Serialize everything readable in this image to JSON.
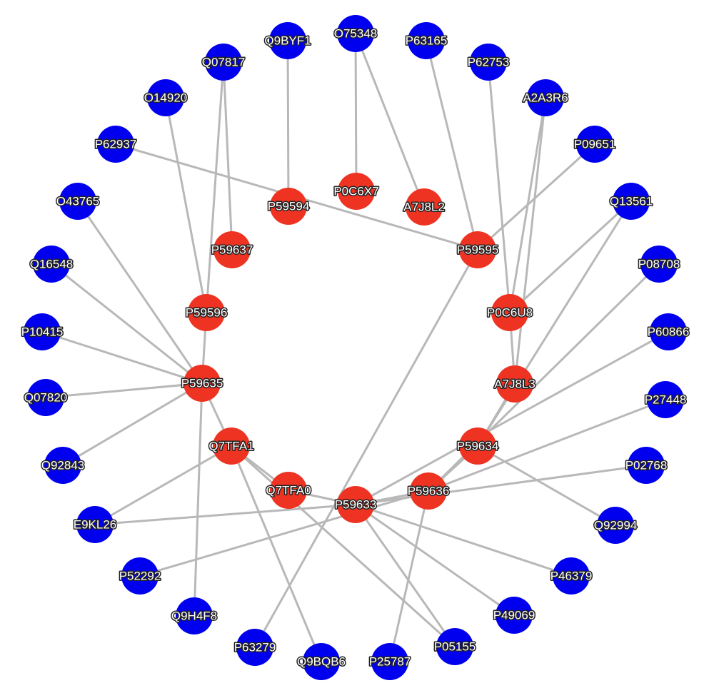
{
  "colors": {
    "outer_node": "#0000ee",
    "inner_node": "#ee3322",
    "edge": "#b8b8b8"
  },
  "outer_nodes": [
    "O75348",
    "P63165",
    "P62753",
    "A2A3R6",
    "P09651",
    "Q13561",
    "P08708",
    "P60866",
    "P27448",
    "P02768",
    "Q92994",
    "P46379",
    "P49069",
    "P05155",
    "P25787",
    "Q9BQB6",
    "P63279",
    "Q9H4F8",
    "P52292",
    "E9KL26",
    "Q92843",
    "Q07820",
    "P10415",
    "Q16548",
    "O43765",
    "P62937",
    "O14920",
    "Q07817",
    "Q9BYF1"
  ],
  "inner_nodes": [
    "P0C6X7",
    "A7J8L2",
    "P59595",
    "P0C6U8",
    "A7J8L3",
    "P59634",
    "P59636",
    "P59633",
    "Q7TFA0",
    "Q7TFA1",
    "P59635",
    "P59596",
    "P59637",
    "P59594"
  ],
  "edges": [
    [
      "O75348",
      "P0C6X7"
    ],
    [
      "O75348",
      "A7J8L2"
    ],
    [
      "P63165",
      "P59595"
    ],
    [
      "P62753",
      "P0C6U8"
    ],
    [
      "A2A3R6",
      "P0C6U8"
    ],
    [
      "A2A3R6",
      "A7J8L3"
    ],
    [
      "P09651",
      "P59595"
    ],
    [
      "Q13561",
      "P0C6U8"
    ],
    [
      "Q13561",
      "P59634"
    ],
    [
      "P08708",
      "P59636"
    ],
    [
      "P60866",
      "P59633"
    ],
    [
      "P27448",
      "P59636"
    ],
    [
      "P02768",
      "P59633"
    ],
    [
      "Q92994",
      "P59634"
    ],
    [
      "P46379",
      "P59633"
    ],
    [
      "P49069",
      "P59633"
    ],
    [
      "P05155",
      "P59633"
    ],
    [
      "P05155",
      "Q7TFA1"
    ],
    [
      "P25787",
      "P59636"
    ],
    [
      "Q9BQB6",
      "Q7TFA1"
    ],
    [
      "P63279",
      "P59595"
    ],
    [
      "Q9H4F8",
      "P59635"
    ],
    [
      "P52292",
      "P59636"
    ],
    [
      "E9KL26",
      "Q7TFA1"
    ],
    [
      "E9KL26",
      "P59633"
    ],
    [
      "Q92843",
      "P59635"
    ],
    [
      "Q07820",
      "P59635"
    ],
    [
      "P10415",
      "P59635"
    ],
    [
      "Q16548",
      "P59635"
    ],
    [
      "O43765",
      "P59635"
    ],
    [
      "P62937",
      "P59595"
    ],
    [
      "O14920",
      "P59596"
    ],
    [
      "Q07817",
      "P59596"
    ],
    [
      "Q07817",
      "P59637"
    ],
    [
      "Q9BYF1",
      "P59594"
    ],
    [
      "P0C6U8",
      "A7J8L3"
    ],
    [
      "A7J8L3",
      "P59634"
    ],
    [
      "P59634",
      "P59636"
    ],
    [
      "P59636",
      "P59633"
    ],
    [
      "P59633",
      "Q7TFA0"
    ],
    [
      "Q7TFA0",
      "Q7TFA1"
    ],
    [
      "Q7TFA1",
      "P59635"
    ],
    [
      "P59635",
      "P59596"
    ]
  ]
}
